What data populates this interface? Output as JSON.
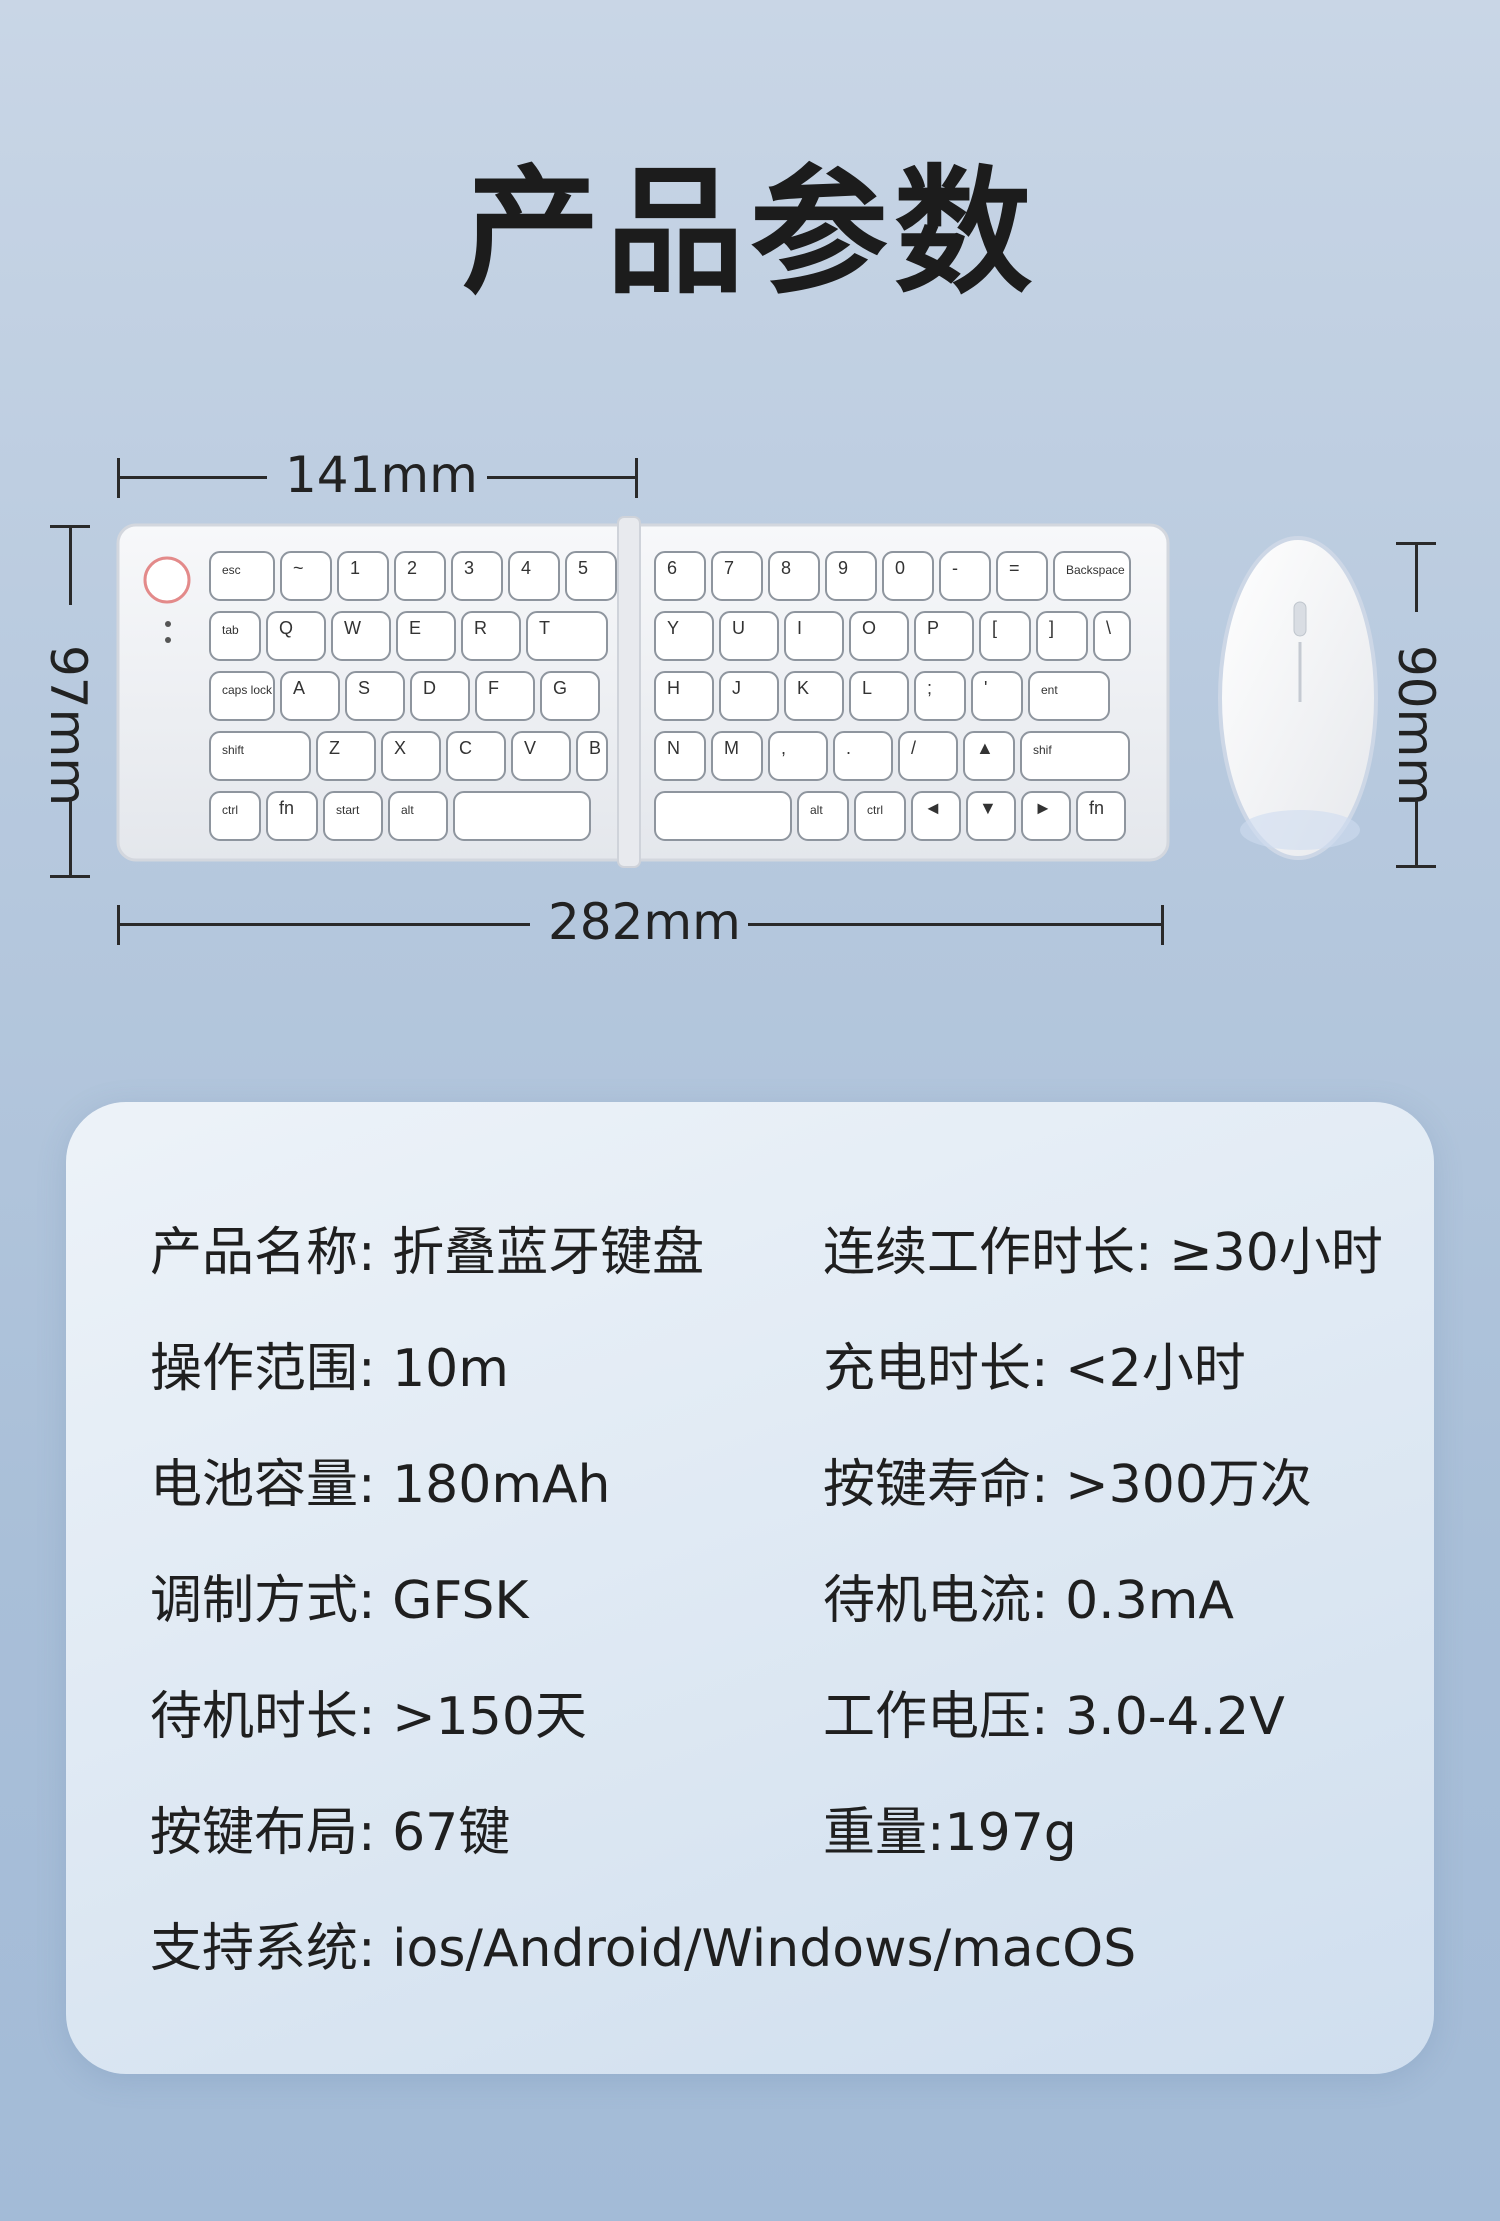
{
  "title": "产品参数",
  "dimensions": {
    "keyboard_half_width": "141mm",
    "keyboard_height": "97mm",
    "keyboard_full_width": "282mm",
    "mouse_height": "90mm"
  },
  "keyboard": {
    "left_rows": [
      [
        "esc",
        "~",
        "1",
        "2",
        "3",
        "4",
        "5"
      ],
      [
        "tab",
        "Q",
        "W",
        "E",
        "R",
        "T"
      ],
      [
        "caps lock",
        "A",
        "S",
        "D",
        "F",
        "G"
      ],
      [
        "shift",
        "Z",
        "X",
        "C",
        "V",
        "B"
      ],
      [
        "ctrl",
        "fn",
        "start",
        "alt",
        ""
      ]
    ],
    "right_rows": [
      [
        "6",
        "7",
        "8",
        "9",
        "0",
        "-",
        "=",
        "Backspace"
      ],
      [
        "Y",
        "U",
        "I",
        "O",
        "P",
        "[",
        "]",
        "\\"
      ],
      [
        "H",
        "J",
        "K",
        "L",
        ";",
        "'",
        "ent"
      ],
      [
        "N",
        "M",
        ",",
        ".",
        "/",
        "▲",
        "shif"
      ],
      [
        "",
        "alt",
        "ctrl",
        "◄",
        "▼",
        "►",
        "fn"
      ]
    ]
  },
  "specs": {
    "left": [
      {
        "label": "产品名称",
        "sep": ": ",
        "value": "折叠蓝牙键盘"
      },
      {
        "label": "操作范围",
        "sep": ": ",
        "value": "10m"
      },
      {
        "label": "电池容量",
        "sep": ": ",
        "value": "180mAh"
      },
      {
        "label": "调制方式",
        "sep": ": ",
        "value": "GFSK"
      },
      {
        "label": "待机时长",
        "sep": ": ",
        "value": ">150天"
      },
      {
        "label": "按键布局",
        "sep": ": ",
        "value": "67键"
      },
      {
        "label": "支持系统",
        "sep": ": ",
        "value": "ios/Android/Windows/macOS"
      }
    ],
    "right": [
      {
        "label": "连续工作时长",
        "sep": ": ",
        "value": "≥30小时"
      },
      {
        "label": "充电时长",
        "sep": ": ",
        "value": "<2小时"
      },
      {
        "label": "按键寿命",
        "sep": ": ",
        "value": ">300万次"
      },
      {
        "label": "待机电流",
        "sep": ": ",
        "value": "0.3mA"
      },
      {
        "label": "工作电压",
        "sep": ": ",
        "value": "3.0-4.2V"
      },
      {
        "label": "重量",
        "sep": ":",
        "value": "197g"
      }
    ]
  }
}
